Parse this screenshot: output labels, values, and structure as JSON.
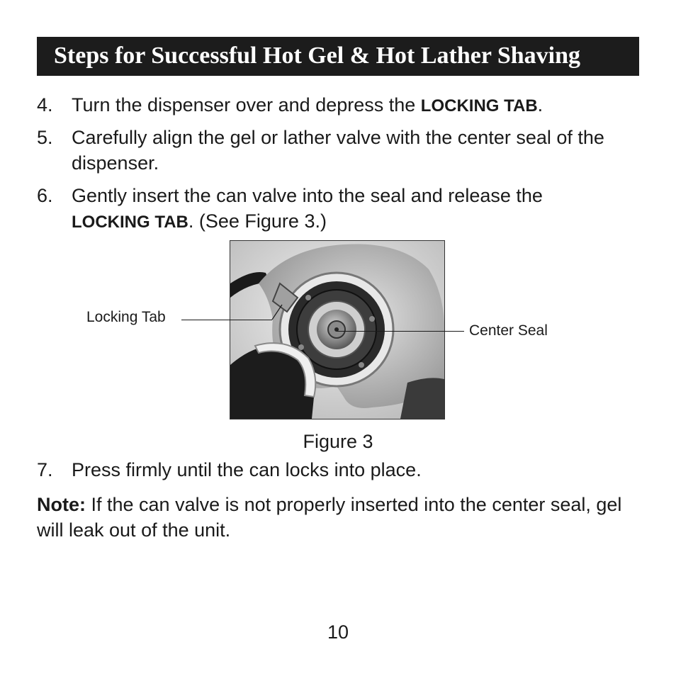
{
  "header": {
    "title": "Steps for Successful Hot Gel & Hot Lather Shaving"
  },
  "steps": [
    {
      "number": "4.",
      "text_before": "Turn the dispenser over and depress the ",
      "bold": "LOCKING TAB",
      "text_after": "."
    },
    {
      "number": "5.",
      "text": "Carefully align the gel or lather valve with the center seal of the dispenser."
    },
    {
      "number": "6.",
      "text_before": "Gently insert the can valve into the seal and release the ",
      "bold": "LOCKING TAB",
      "text_after": ". (See Figure 3.)"
    },
    {
      "number": "7.",
      "text": "Press firmly until the can locks into place."
    }
  ],
  "figure": {
    "caption": "Figure 3",
    "callouts": {
      "left": "Locking Tab",
      "right": "Center Seal"
    }
  },
  "note": {
    "label": "Note:",
    "text": " If the can valve is not properly inserted into the center seal, gel will leak out of the unit."
  },
  "page_number": "10"
}
